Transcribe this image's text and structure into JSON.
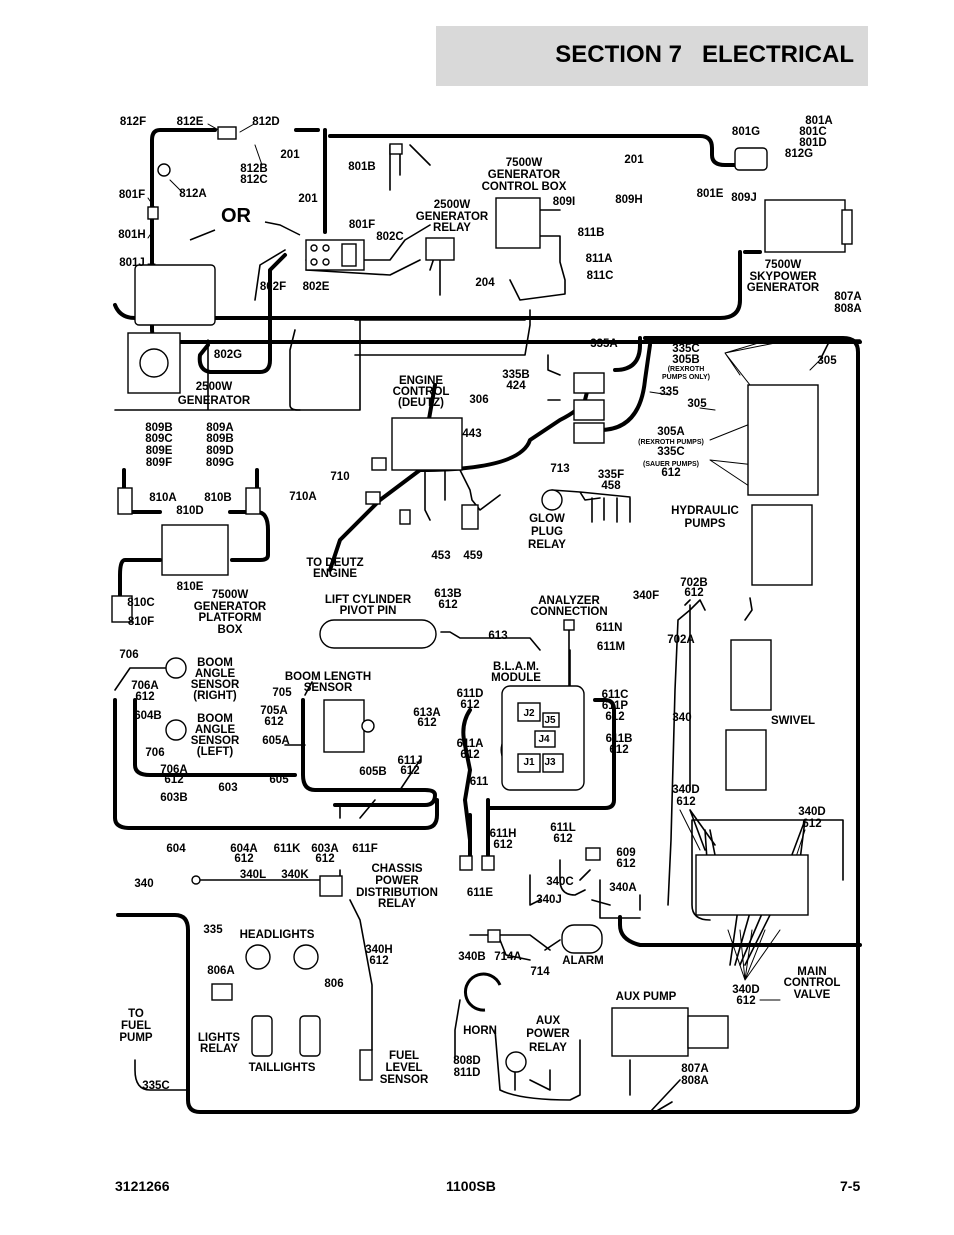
{
  "header": {
    "section": "SECTION 7",
    "title": "ELECTRICAL"
  },
  "footer": {
    "doc_number": "3121266",
    "model": "1100SB",
    "page": "7-5"
  },
  "labels": [
    [
      "812F",
      133,
      125
    ],
    [
      "812E",
      190,
      125
    ],
    [
      "812D",
      266,
      125
    ],
    [
      "201",
      290,
      158
    ],
    [
      "812B",
      254,
      172
    ],
    [
      "812C",
      254,
      183
    ],
    [
      "812A",
      193,
      197
    ],
    [
      "801F",
      132,
      198
    ],
    [
      "801H",
      132,
      238
    ],
    [
      "801J",
      132,
      266
    ],
    [
      "801B",
      362,
      170
    ],
    [
      "201",
      308,
      202
    ],
    [
      "OR",
      236,
      222,
      "big"
    ],
    [
      "801F",
      362,
      228
    ],
    [
      "802C",
      390,
      240
    ],
    [
      "802F",
      273,
      290
    ],
    [
      "802E",
      316,
      290
    ],
    [
      "802G",
      228,
      358
    ],
    [
      "2500W",
      214,
      390
    ],
    [
      "GENERATOR",
      214,
      404
    ],
    [
      "7500W",
      524,
      166
    ],
    [
      "GENERATOR",
      524,
      178
    ],
    [
      "CONTROL BOX",
      524,
      190
    ],
    [
      "809I",
      564,
      205
    ],
    [
      "809H",
      629,
      203
    ],
    [
      "811B",
      591,
      236
    ],
    [
      "2500W",
      452,
      208
    ],
    [
      "GENERATOR",
      452,
      220
    ],
    [
      "RELAY",
      452,
      231
    ],
    [
      "811A",
      599,
      262
    ],
    [
      "811C",
      600,
      279
    ],
    [
      "204",
      485,
      286
    ],
    [
      "201",
      634,
      163
    ],
    [
      "801A",
      819,
      124
    ],
    [
      "801G",
      746,
      135
    ],
    [
      "801C",
      813,
      135
    ],
    [
      "801D",
      813,
      146
    ],
    [
      "812G",
      799,
      157
    ],
    [
      "801E",
      710,
      197
    ],
    [
      "809J",
      744,
      201
    ],
    [
      "7500W",
      783,
      268
    ],
    [
      "SKYPOWER",
      783,
      280
    ],
    [
      "GENERATOR",
      783,
      291
    ],
    [
      "807A",
      848,
      300
    ],
    [
      "808A",
      848,
      312
    ],
    [
      "335A",
      604,
      347
    ],
    [
      "335C",
      686,
      352
    ],
    [
      "305B",
      686,
      363
    ],
    [
      "(REXROTH",
      686,
      371,
      "sm"
    ],
    [
      "PUMPS ONLY)",
      686,
      379,
      "sm"
    ],
    [
      "305",
      827,
      364
    ],
    [
      "335B",
      516,
      378
    ],
    [
      "424",
      516,
      389
    ],
    [
      "335",
      669,
      395
    ],
    [
      "305",
      697,
      407
    ],
    [
      "ENGINE",
      421,
      384
    ],
    [
      "CONTROL",
      421,
      395
    ],
    [
      "(DEUTZ)",
      421,
      406
    ],
    [
      "306",
      479,
      403
    ],
    [
      "443",
      472,
      437
    ],
    [
      "305A",
      671,
      435
    ],
    [
      "(REXROTH PUMPS)",
      671,
      444,
      "sm"
    ],
    [
      "335C",
      671,
      455
    ],
    [
      "(SAUER PUMPS)",
      671,
      466,
      "sm"
    ],
    [
      "612",
      671,
      476
    ],
    [
      "713",
      560,
      472
    ],
    [
      "335F",
      611,
      478
    ],
    [
      "458",
      611,
      489
    ],
    [
      "710",
      340,
      480
    ],
    [
      "710A",
      303,
      500
    ],
    [
      "GLOW",
      547,
      522
    ],
    [
      "PLUG",
      547,
      535
    ],
    [
      "RELAY",
      547,
      548
    ],
    [
      "HYDRAULIC",
      705,
      514
    ],
    [
      "PUMPS",
      705,
      527
    ],
    [
      "453",
      441,
      559
    ],
    [
      "459",
      473,
      559
    ],
    [
      "TO DEUTZ",
      335,
      566
    ],
    [
      "ENGINE",
      335,
      577
    ],
    [
      "809B",
      159,
      431
    ],
    [
      "809C",
      159,
      442
    ],
    [
      "809E",
      159,
      454
    ],
    [
      "809F",
      159,
      466
    ],
    [
      "809A",
      220,
      431
    ],
    [
      "809B",
      220,
      442
    ],
    [
      "809D",
      220,
      454
    ],
    [
      "809G",
      220,
      466
    ],
    [
      "810A",
      163,
      501
    ],
    [
      "810B",
      218,
      501
    ],
    [
      "810D",
      190,
      514
    ],
    [
      "810E",
      190,
      590
    ],
    [
      "810C",
      141,
      606
    ],
    [
      "810F",
      141,
      625
    ],
    [
      "7500W",
      230,
      598
    ],
    [
      "GENERATOR",
      230,
      610
    ],
    [
      "PLATFORM",
      230,
      621
    ],
    [
      "BOX",
      230,
      633
    ],
    [
      "LIFT CYLINDER",
      368,
      603
    ],
    [
      "PIVOT PIN",
      368,
      614
    ],
    [
      "613B",
      448,
      597
    ],
    [
      "612",
      448,
      608
    ],
    [
      "ANALYZER",
      569,
      604
    ],
    [
      "CONNECTION",
      569,
      615
    ],
    [
      "340F",
      646,
      599
    ],
    [
      "702B",
      694,
      586
    ],
    [
      "612",
      694,
      596
    ],
    [
      "611N",
      609,
      631
    ],
    [
      "613",
      498,
      639
    ],
    [
      "611M",
      611,
      650
    ],
    [
      "702A",
      681,
      643
    ],
    [
      "706",
      129,
      658
    ],
    [
      "706A",
      145,
      689
    ],
    [
      "612",
      145,
      700
    ],
    [
      "604B",
      148,
      719
    ],
    [
      "BOOM",
      215,
      666
    ],
    [
      "ANGLE",
      215,
      677
    ],
    [
      "SENSOR",
      215,
      688
    ],
    [
      "(RIGHT)",
      215,
      699
    ],
    [
      "BOOM LENGTH",
      328,
      680
    ],
    [
      "SENSOR",
      328,
      691
    ],
    [
      "705",
      282,
      696
    ],
    [
      "705A",
      274,
      714
    ],
    [
      "612",
      274,
      725
    ],
    [
      "605A",
      276,
      744
    ],
    [
      "BOOM",
      215,
      722
    ],
    [
      "ANGLE",
      215,
      733
    ],
    [
      "SENSOR",
      215,
      744
    ],
    [
      "(LEFT)",
      215,
      755
    ],
    [
      "706",
      155,
      756
    ],
    [
      "706A",
      174,
      773
    ],
    [
      "612",
      174,
      783
    ],
    [
      "603B",
      174,
      801
    ],
    [
      "605",
      279,
      783
    ],
    [
      "603",
      228,
      791
    ],
    [
      "B.L.A.M.",
      516,
      670
    ],
    [
      "MODULE",
      516,
      681
    ],
    [
      "611D",
      470,
      697
    ],
    [
      "612",
      470,
      708
    ],
    [
      "613A",
      427,
      716
    ],
    [
      "612",
      427,
      726
    ],
    [
      "611A",
      470,
      747
    ],
    [
      "612",
      470,
      758
    ],
    [
      "611C",
      615,
      698
    ],
    [
      "611P",
      615,
      709
    ],
    [
      "612",
      615,
      720
    ],
    [
      "611B",
      619,
      742
    ],
    [
      "612",
      619,
      753
    ],
    [
      "340",
      682,
      721
    ],
    [
      "SWIVEL",
      793,
      724
    ],
    [
      "611J",
      410,
      764
    ],
    [
      "612",
      410,
      774
    ],
    [
      "605B",
      373,
      775
    ],
    [
      "611",
      479,
      785
    ],
    [
      "340D",
      686,
      793
    ],
    [
      "612",
      686,
      805
    ],
    [
      "340D",
      812,
      815
    ],
    [
      "612",
      812,
      827
    ],
    [
      "604",
      176,
      852
    ],
    [
      "604A",
      244,
      852
    ],
    [
      "612",
      244,
      862
    ],
    [
      "611K",
      287,
      852
    ],
    [
      "603A",
      325,
      852
    ],
    [
      "612",
      325,
      862
    ],
    [
      "611F",
      365,
      852
    ],
    [
      "611H",
      503,
      837
    ],
    [
      "612",
      503,
      848
    ],
    [
      "611L",
      563,
      831
    ],
    [
      "612",
      563,
      842
    ],
    [
      "609",
      626,
      856
    ],
    [
      "612",
      626,
      867
    ],
    [
      "CHASSIS",
      397,
      872
    ],
    [
      "POWER",
      397,
      884
    ],
    [
      "DISTRIBUTION",
      397,
      896
    ],
    [
      "RELAY",
      397,
      907
    ],
    [
      "340",
      144,
      887
    ],
    [
      "340L",
      253,
      878
    ],
    [
      "340K",
      295,
      878
    ],
    [
      "611E",
      480,
      896
    ],
    [
      "340C",
      560,
      885
    ],
    [
      "340A",
      623,
      891
    ],
    [
      "340J",
      549,
      903
    ],
    [
      "335",
      213,
      933
    ],
    [
      "HEADLIGHTS",
      277,
      938
    ],
    [
      "340H",
      379,
      953
    ],
    [
      "612",
      379,
      964
    ],
    [
      "340B",
      472,
      960
    ],
    [
      "714A",
      508,
      960
    ],
    [
      "ALARM",
      583,
      964
    ],
    [
      "714",
      540,
      975
    ],
    [
      "806A",
      221,
      974
    ],
    [
      "806",
      334,
      987
    ],
    [
      "MAIN",
      812,
      975
    ],
    [
      "CONTROL",
      812,
      986
    ],
    [
      "VALVE",
      812,
      998
    ],
    [
      "340D",
      746,
      993
    ],
    [
      "612",
      746,
      1004
    ],
    [
      "AUX PUMP",
      646,
      1000
    ],
    [
      "TO",
      136,
      1017
    ],
    [
      "FUEL",
      136,
      1029
    ],
    [
      "PUMP",
      136,
      1041
    ],
    [
      "AUX",
      548,
      1024
    ],
    [
      "POWER",
      548,
      1037
    ],
    [
      "RELAY",
      548,
      1051
    ],
    [
      "HORN",
      480,
      1034
    ],
    [
      "LIGHTS",
      219,
      1041
    ],
    [
      "RELAY",
      219,
      1052
    ],
    [
      "FUEL",
      404,
      1059
    ],
    [
      "LEVEL",
      404,
      1071
    ],
    [
      "SENSOR",
      404,
      1083
    ],
    [
      "808D",
      467,
      1064
    ],
    [
      "811D",
      467,
      1076
    ],
    [
      "TAILLIGHTS",
      282,
      1071
    ],
    [
      "807A",
      695,
      1072
    ],
    [
      "808A",
      695,
      1084
    ],
    [
      "335C",
      156,
      1089
    ],
    [
      "J2",
      529,
      716,
      "md"
    ],
    [
      "J5",
      550,
      723,
      "md"
    ],
    [
      "J4",
      544,
      742,
      "md"
    ],
    [
      "J1",
      529,
      765,
      "md"
    ],
    [
      "J3",
      550,
      765,
      "md"
    ]
  ]
}
